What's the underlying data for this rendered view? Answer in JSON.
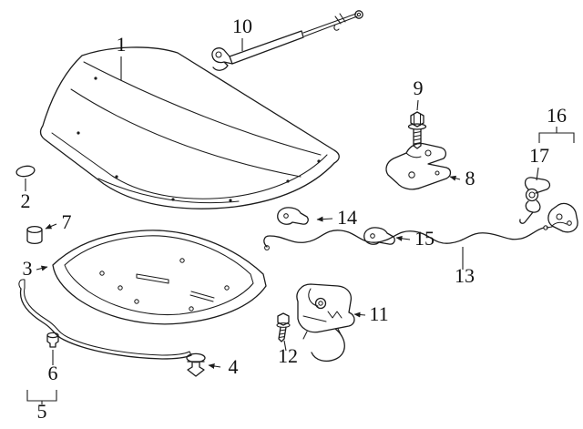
{
  "colors": {
    "background": "#ffffff",
    "line": "#1c1c1c",
    "label": "#111111"
  },
  "callouts": [
    {
      "label": "1"
    },
    {
      "label": "2"
    },
    {
      "label": "3"
    },
    {
      "label": "4"
    },
    {
      "label": "5"
    },
    {
      "label": "6"
    },
    {
      "label": "7"
    },
    {
      "label": "8"
    },
    {
      "label": "9"
    },
    {
      "label": "10"
    },
    {
      "label": "11"
    },
    {
      "label": "12"
    },
    {
      "label": "13"
    },
    {
      "label": "14"
    },
    {
      "label": "15"
    },
    {
      "label": "16"
    },
    {
      "label": "17"
    }
  ]
}
